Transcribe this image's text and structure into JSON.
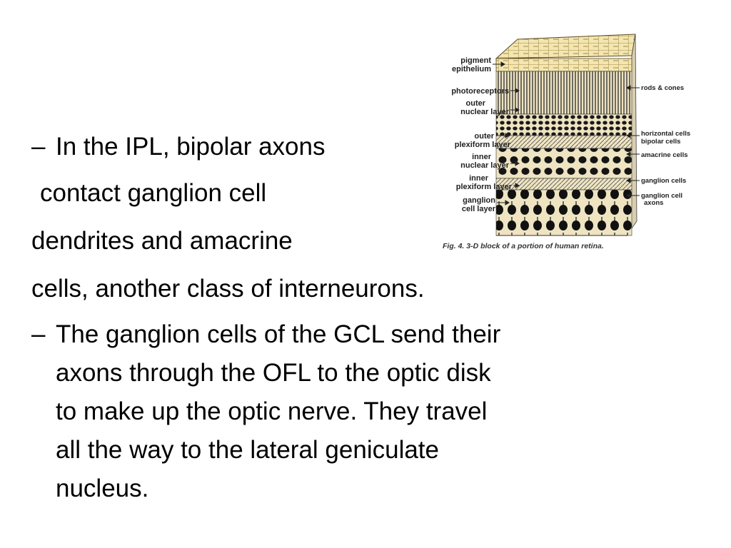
{
  "bullets": {
    "b1": {
      "line1": "In the IPL, bipolar axons",
      "line2": "contact ganglion cell",
      "line3": "dendrites and amacrine",
      "line4": "cells, another class of interneurons."
    },
    "b2": {
      "line1": "The ganglion cells of the GCL send their",
      "line2": "axons through the OFL to the optic disk",
      "line3": "to make up the optic nerve. They travel",
      "line4": "all the way to the lateral geniculate",
      "line5": "nucleus."
    },
    "dash": "–"
  },
  "figure": {
    "left_labels": {
      "pigment1": "pigment",
      "pigment2": "epithelium",
      "photoreceptors": "photoreceptors",
      "onl1": "outer",
      "onl2": "nuclear layer",
      "opl1": "outer",
      "opl2": "plexiform layer",
      "inl1": "inner",
      "inl2": "nuclear layer",
      "ipl1": "inner",
      "ipl2": "plexiform layer",
      "gcl1": "ganglion",
      "gcl2": "cell layer"
    },
    "right_labels": {
      "rods_cones": "rods & cones",
      "horizontal": "horizontal cells",
      "bipolar": "bipolar cells",
      "amacrine": "amacrine cells",
      "ganglion_cells": "ganglion cells",
      "ganglion_axons1": "ganglion cell",
      "ganglion_axons2": "axons"
    },
    "caption": "Fig. 4. 3-D block of a portion of human retina."
  }
}
